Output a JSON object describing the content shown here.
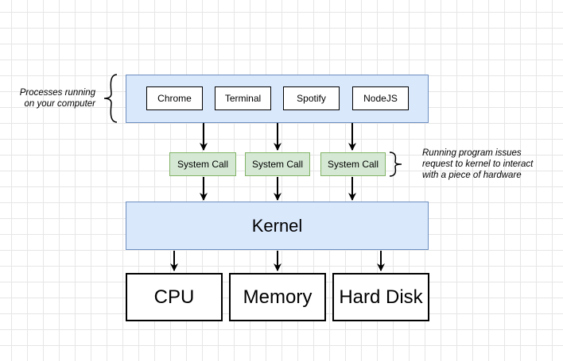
{
  "processes_note": "Processes running\non your computer",
  "processes": [
    "Chrome",
    "Terminal",
    "Spotify",
    "NodeJS"
  ],
  "system_calls": [
    "System Call",
    "System Call",
    "System Call"
  ],
  "system_call_note": "Running program issues\nrequest to kernel to interact\nwith a piece of hardware",
  "kernel": "Kernel",
  "hardware": [
    "CPU",
    "Memory",
    "Hard Disk"
  ]
}
